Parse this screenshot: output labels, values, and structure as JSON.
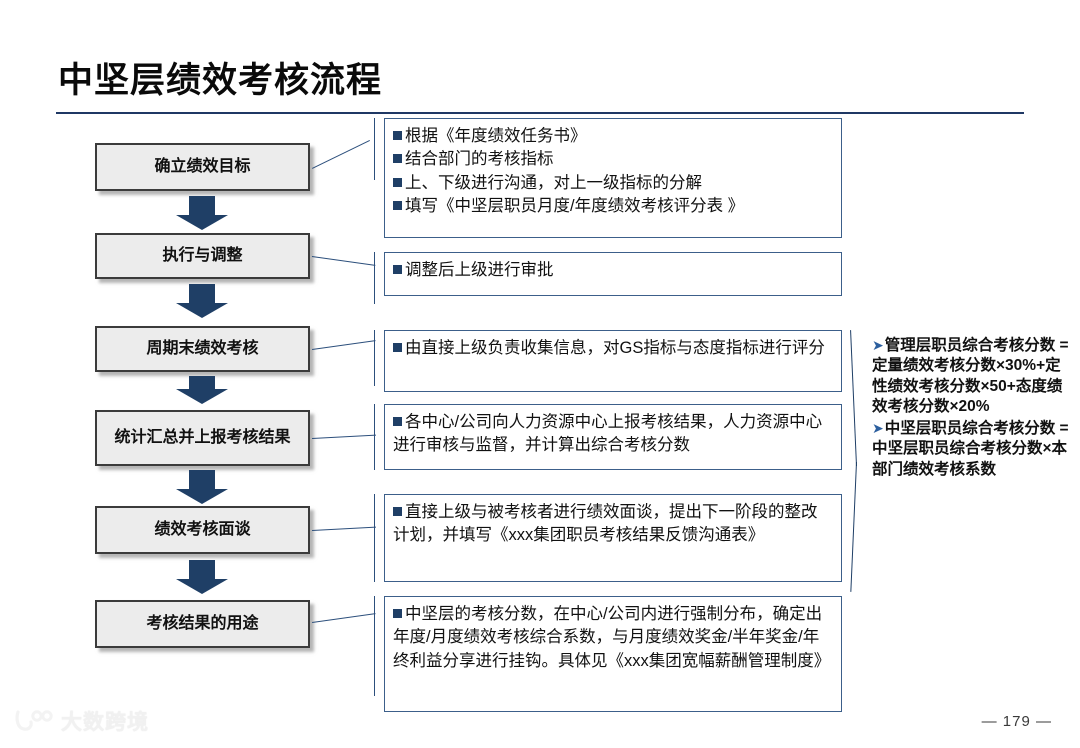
{
  "slide": {
    "title": "中坚层绩效考核流程",
    "page_number": "— 179 —"
  },
  "watermark": {
    "text": "大数跨境",
    "logo_icon": "brand-logo-icon"
  },
  "flow_steps": [
    {
      "id": "step-1",
      "label": "确立绩效目标"
    },
    {
      "id": "step-2",
      "label": "执行与调整"
    },
    {
      "id": "step-3",
      "label": "周期末绩效考核"
    },
    {
      "id": "step-4",
      "label": "统计汇总并上报考核结果"
    },
    {
      "id": "step-5",
      "label": "绩效考核面谈"
    },
    {
      "id": "step-6",
      "label": "考核结果的用途"
    }
  ],
  "detail_panels": [
    {
      "id": "panel-1",
      "lines": [
        "根据《年度绩效任务书》",
        "结合部门的考核指标",
        "上、下级进行沟通，对上一级指标的分解",
        "填写《中坚层职员月度/年度绩效考核评分表 》"
      ]
    },
    {
      "id": "panel-2",
      "lines": [
        "调整后上级进行审批"
      ]
    },
    {
      "id": "panel-3",
      "lines": [
        "由直接上级负责收集信息，对GS指标与态度指标进行评分"
      ]
    },
    {
      "id": "panel-4",
      "lines": [
        "各中心/公司向人力资源中心上报考核结果，人力资源中心进行审核与监督，并计算出综合考核分数"
      ]
    },
    {
      "id": "panel-5",
      "lines": [
        "直接上级与被考核者进行绩效面谈，提出下一阶段的整改计划，并填写《xxx集团职员考核结果反馈沟通表》"
      ]
    },
    {
      "id": "panel-6",
      "lines": [
        "中坚层的考核分数，在中心/公司内进行强制分布，确定出年度/月度绩效考核综合系数，与月度绩效奖金/半年奖金/年终利益分享进行挂钩。具体见《xxx集团宽幅薪酬管理制度》"
      ]
    }
  ],
  "formulas": [
    "管理层职员综合考核分数 = 定量绩效考核分数×30%+定性绩效考核分数×50+态度绩效考核分数×20%",
    "中坚层职员综合考核分数 = 中坚层职员综合考核分数×本部门绩效考核系数"
  ],
  "colors": {
    "accent_navy": "#1f3f66",
    "panel_border": "#3c5f8a",
    "box_fill": "#ececec",
    "box_border": "#3b3b3b",
    "title_rule": "#1f3864"
  }
}
